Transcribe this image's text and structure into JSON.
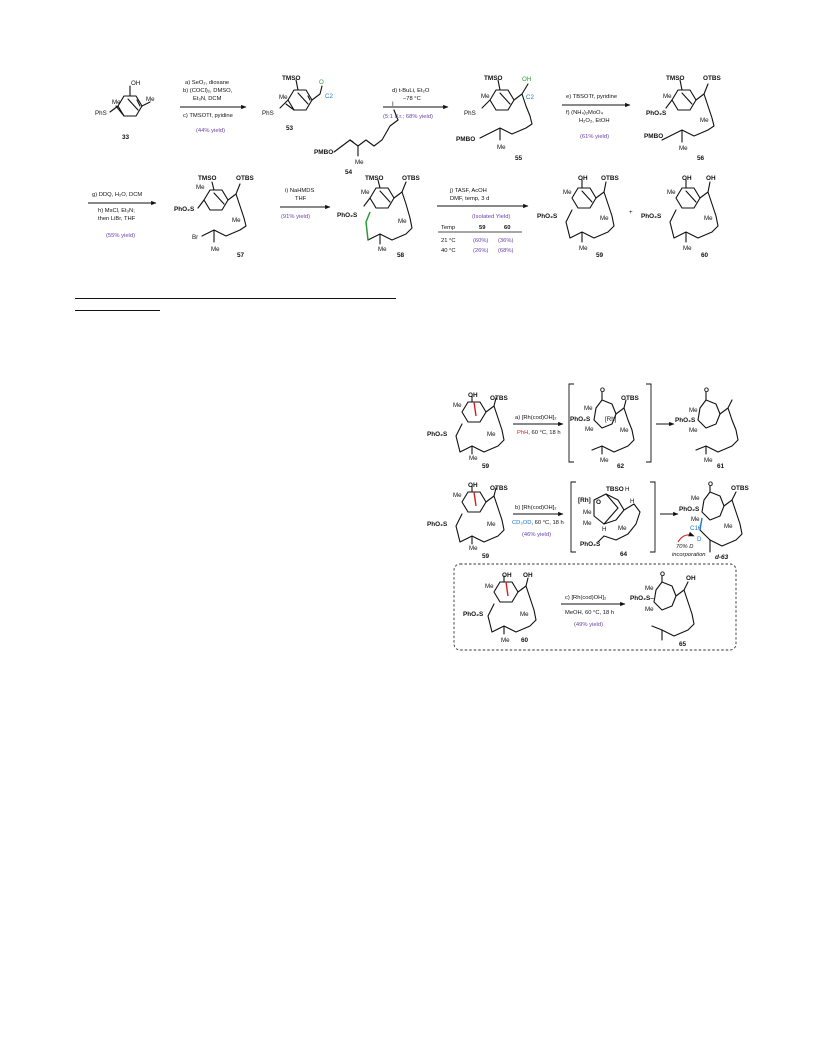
{
  "top_scheme": {
    "compounds": {
      "c33": "33",
      "c53": "53",
      "c54": "54",
      "c55": "55",
      "c56": "56",
      "c57": "57",
      "c58": "58",
      "c59": "59",
      "c60": "60"
    },
    "labels": {
      "OH": "OH",
      "Me": "Me",
      "PhS": "PhS",
      "TMSO": "TMSO",
      "O": "O",
      "C2": "C2",
      "I": "I",
      "PMBO": "PMBO",
      "OTBS": "OTBS",
      "PhO2S": "PhO₂S",
      "Br": "Br",
      "plus": "+"
    },
    "step1": {
      "a": "a) SeO₂, dioxane",
      "b1": "b) (COCl)₂, DMSO,",
      "b2": "Et₃N, DCM",
      "c": "c) TMSOTf, pyidine",
      "yield": "(44% yield)"
    },
    "step2": {
      "d": "d) t-BuLi, Et₂O",
      "temp": "–78 °C",
      "yield": "(5:1 d.r.; 68% yield)"
    },
    "step3": {
      "e": "e) TBSOTf, pyridine",
      "f1": "f) (NH₄)₂MoO₄",
      "f2": "H₂O₂, EtOH",
      "yield": "(61% yield)"
    },
    "step4": {
      "g": "g) DDQ, H₂O, DCM",
      "h1": "h) MsCl, Et₃N;",
      "h2": "then LiBr, THF",
      "yield": "(55% yield)"
    },
    "step5": {
      "i1": "i) NaHMDS",
      "i2": "THF",
      "yield": "(91% yield)"
    },
    "step6": {
      "j1": "j) TASF, AcOH",
      "j2": "DMF, temp, 3 d"
    },
    "yield_table": {
      "caption": "(Isolated Yield)",
      "headers": [
        "Temp",
        "59",
        "60"
      ],
      "rows": [
        [
          "21 °C",
          "(60%)",
          "(36%)"
        ],
        [
          "40 °C",
          "(26%)",
          "(68%)"
        ]
      ]
    }
  },
  "bottom_scheme": {
    "labels": {
      "OH": "OH",
      "OTBS": "OTBS",
      "Me": "Me",
      "PhO2S": "PhO₂S",
      "O": "O",
      "Rh": "[Rh]",
      "TBSO": "TBSO",
      "H": "H",
      "D": "D",
      "C16": "C16",
      "PhO2S_dash": "PhO₂S–"
    },
    "compounds": {
      "c59a": "59",
      "c62": "62",
      "c61": "61",
      "c59b": "59",
      "c64": "64",
      "c63": "d-63",
      "c60": "60",
      "c65": "65"
    },
    "rxn_a": {
      "reagent": "a) [Rh(cod)OH]₂",
      "solvent": "PhH",
      "conditions": ", 60 °C, 18 h"
    },
    "rxn_b": {
      "reagent": "b) [Rh(cod)OH]₂",
      "solvent": "CD₃OD",
      "conditions": ", 60 °C, 18 h",
      "yield": "(46% yield)",
      "incorp1": "70% D",
      "incorp2": "incorporation"
    },
    "rxn_c": {
      "reagent": "c) [Rh(cod)OH]₂",
      "conditions": "MeOH, 60 °C, 18 h",
      "yield": "(49% yield)"
    }
  },
  "colors": {
    "yield_purple": "#6a3fa8",
    "solvent_red": "#d42020",
    "deuterium_blue": "#1f78c8",
    "bond_green": "#2e9a3a",
    "bond_red": "#d42020"
  }
}
